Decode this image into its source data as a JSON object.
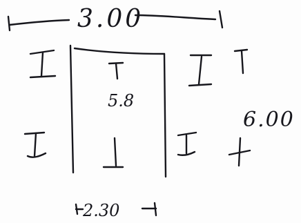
{
  "sketch": {
    "width_dimension": "3.00",
    "height_dimension": "6.00",
    "center_value": "5.8",
    "bottom_dimension": "2.30"
  }
}
